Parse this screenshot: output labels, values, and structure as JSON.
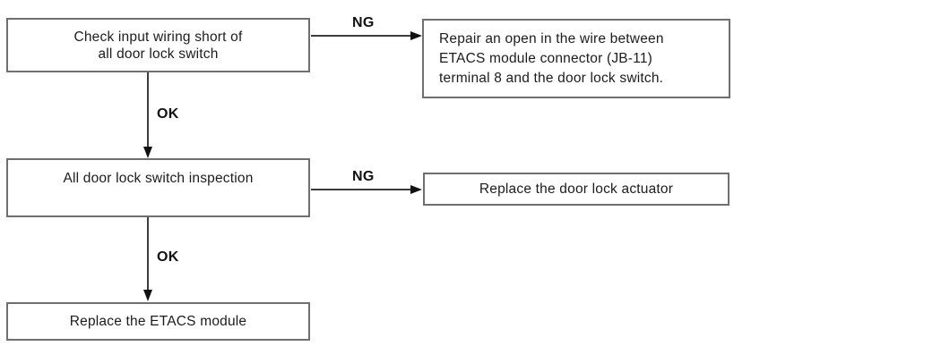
{
  "palette": {
    "background": "#ffffff",
    "box_border": "#6f6f6f",
    "box_fill": "#ffffff",
    "text": "#1c1c1c",
    "connector_line": "#3c3c3c",
    "arrowhead": "#111111",
    "edge_label": "#111111"
  },
  "flowchart": {
    "boxes": {
      "check_input": {
        "line1": "Check input wiring short of",
        "line2": "all door lock switch"
      },
      "repair_wire": {
        "line1": "Repair an open in the wire between",
        "line2": "ETACS module connector (JB-11)",
        "line3": "terminal 8 and the door lock switch."
      },
      "inspection": {
        "line1": "All door lock switch inspection"
      },
      "replace_actuator": {
        "line1": "Replace the door lock actuator"
      },
      "replace_etacs": {
        "line1": "Replace the ETACS module"
      }
    },
    "edge_labels": {
      "ng_1": "NG",
      "ok_1": "OK",
      "ng_2": "NG",
      "ok_2": "OK"
    }
  }
}
